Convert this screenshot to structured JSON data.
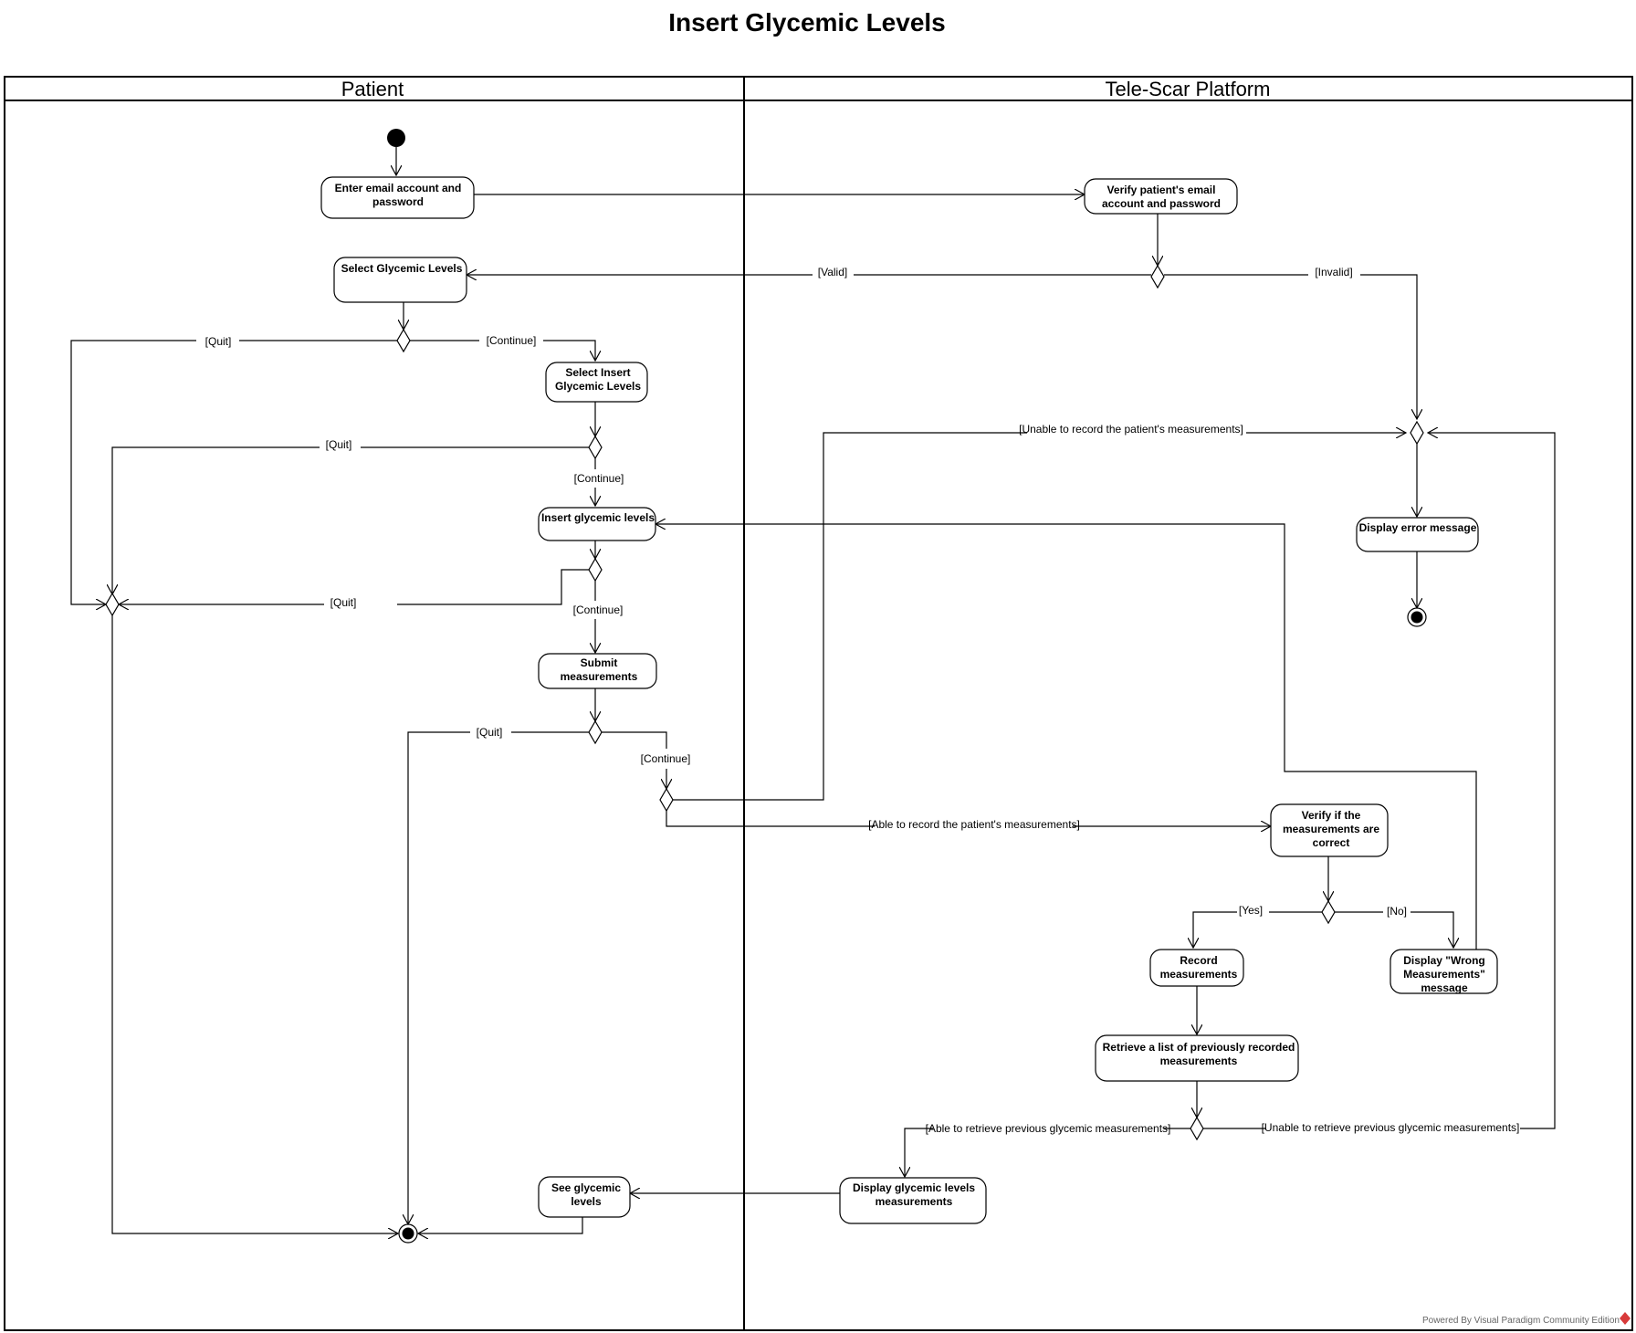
{
  "title": "Insert Glycemic Levels",
  "lanes": {
    "patient": "Patient",
    "platform": "Tele-Scar Platform"
  },
  "actions": {
    "enter_email": [
      "Enter email account and",
      "password"
    ],
    "verify_email": [
      "Verify patient's email",
      "account and password"
    ],
    "select_glycemic": [
      "Select Glycemic Levels"
    ],
    "select_insert": [
      "Select Insert",
      "Glycemic Levels"
    ],
    "insert_levels": [
      "Insert glycemic levels"
    ],
    "display_error": [
      "Display error message"
    ],
    "submit": [
      "Submit",
      "measurements"
    ],
    "verify_correct": [
      "Verify if the",
      "measurements are",
      "correct"
    ],
    "record": [
      "Record",
      "measurements"
    ],
    "wrong": [
      "Display \"Wrong",
      "Measurements\"",
      "message"
    ],
    "retrieve": [
      "Retrieve a list of previously recorded",
      "measurements"
    ],
    "display_levels": [
      "Display glycemic levels",
      "measurements"
    ],
    "see_levels": [
      "See glycemic",
      "levels"
    ]
  },
  "guards": {
    "valid": "[Valid]",
    "invalid": "[Invalid]",
    "quit_1": "[Quit]",
    "continue_1": "[Continue]",
    "quit_2": "[Quit]",
    "continue_2": "[Continue]",
    "quit_3": "[Quit]",
    "continue_3": "[Continue]",
    "quit_4": "[Quit]",
    "continue_4": "[Continue]",
    "unable_record": "[Unable to record the patient's measurements]",
    "able_record": "[Able to record the patient's measurements]",
    "yes": "[Yes]",
    "no": "[No]",
    "able_retrieve": "[Able to retrieve previous glycemic measurements]",
    "unable_retrieve": "[Unable to retrieve previous glycemic measurements]"
  },
  "footer": "Powered By Visual Paradigm Community Edition"
}
